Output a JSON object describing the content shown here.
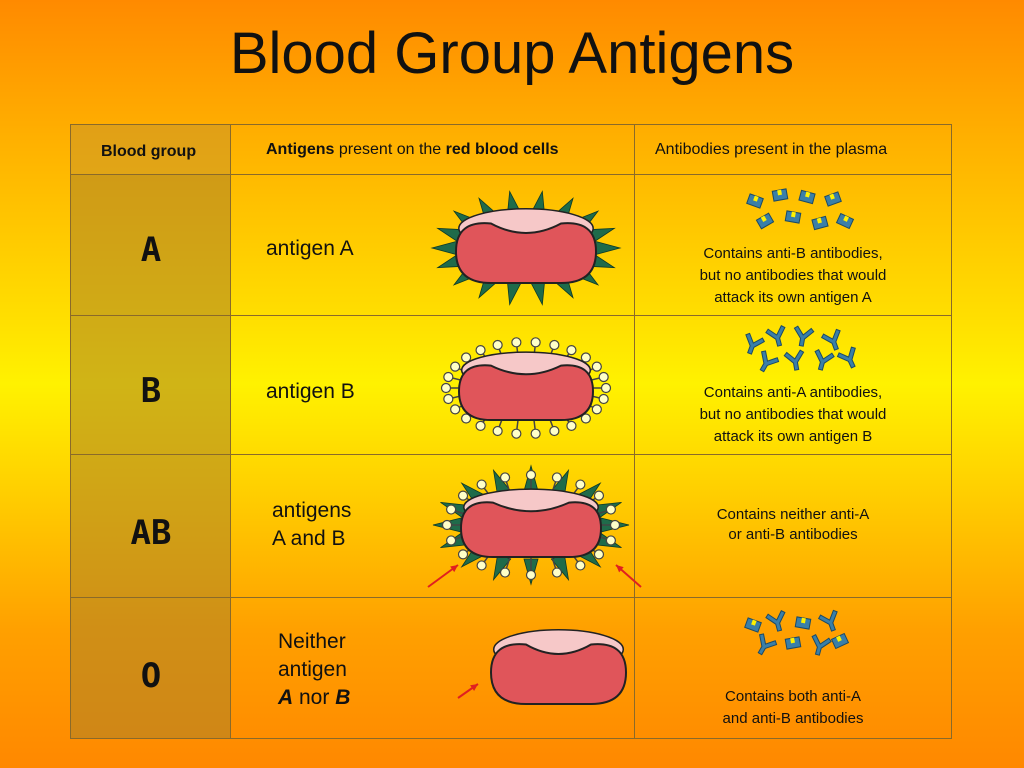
{
  "title": "Blood Group Antigens",
  "header": {
    "col1": "Blood group",
    "col2_bold1": "Antigens",
    "col2_mid": " present on the ",
    "col2_bold2": "red blood cells",
    "col3": "Antibodies present in the plasma"
  },
  "rows": [
    {
      "group": "A",
      "antigen_line1": "antigen A",
      "desc": [
        "Contains anti-B antibodies,",
        "but no antibodies that would",
        "attack its own antigen A"
      ]
    },
    {
      "group": "B",
      "antigen_line1": "antigen B",
      "desc": [
        "Contains anti-A antibodies,",
        "but no antibodies that would",
        "attack its own antigen B"
      ]
    },
    {
      "group": "AB",
      "antigen_line1": "antigens",
      "antigen_line2": "A and B",
      "desc": [
        "Contains neither anti-A",
        "or anti-B antibodies"
      ]
    },
    {
      "group": "O",
      "antigen_line1": "Neither",
      "antigen_line2": "antigen",
      "antigen_bold_a": "A",
      "antigen_nor": " nor ",
      "antigen_bold_b": "B",
      "desc": [
        "Contains both anti-A",
        "and anti-B antibodies"
      ]
    }
  ],
  "colors": {
    "cell_red": "#e0555a",
    "spike_green": "#1f6b4a",
    "antibody_blue": "#3a7fa8",
    "arrow_red": "#e02020"
  }
}
